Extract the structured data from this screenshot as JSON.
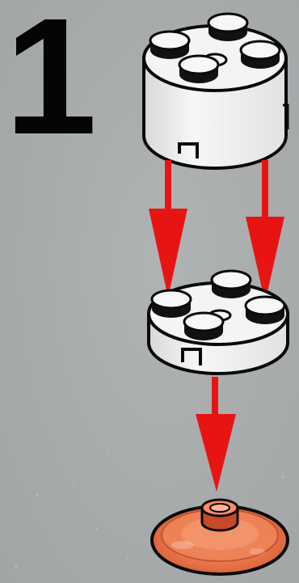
{
  "instruction_step": {
    "number": "1"
  },
  "parts": [
    {
      "part": "round-brick-2x2",
      "color": "#f2f2f2"
    },
    {
      "part": "round-plate-2x2",
      "color": "#f2f2f2"
    },
    {
      "part": "round-dish-with-stud-base",
      "color": "#e8744a"
    }
  ],
  "colors": {
    "background": "#a9acad",
    "outline": "#0a0a0a",
    "arrow": "#e81414",
    "brick": "#f2f2f2",
    "brick_shade": "#dcdcdc",
    "dish": "#e8744a",
    "dish_dark": "#b8482a"
  }
}
